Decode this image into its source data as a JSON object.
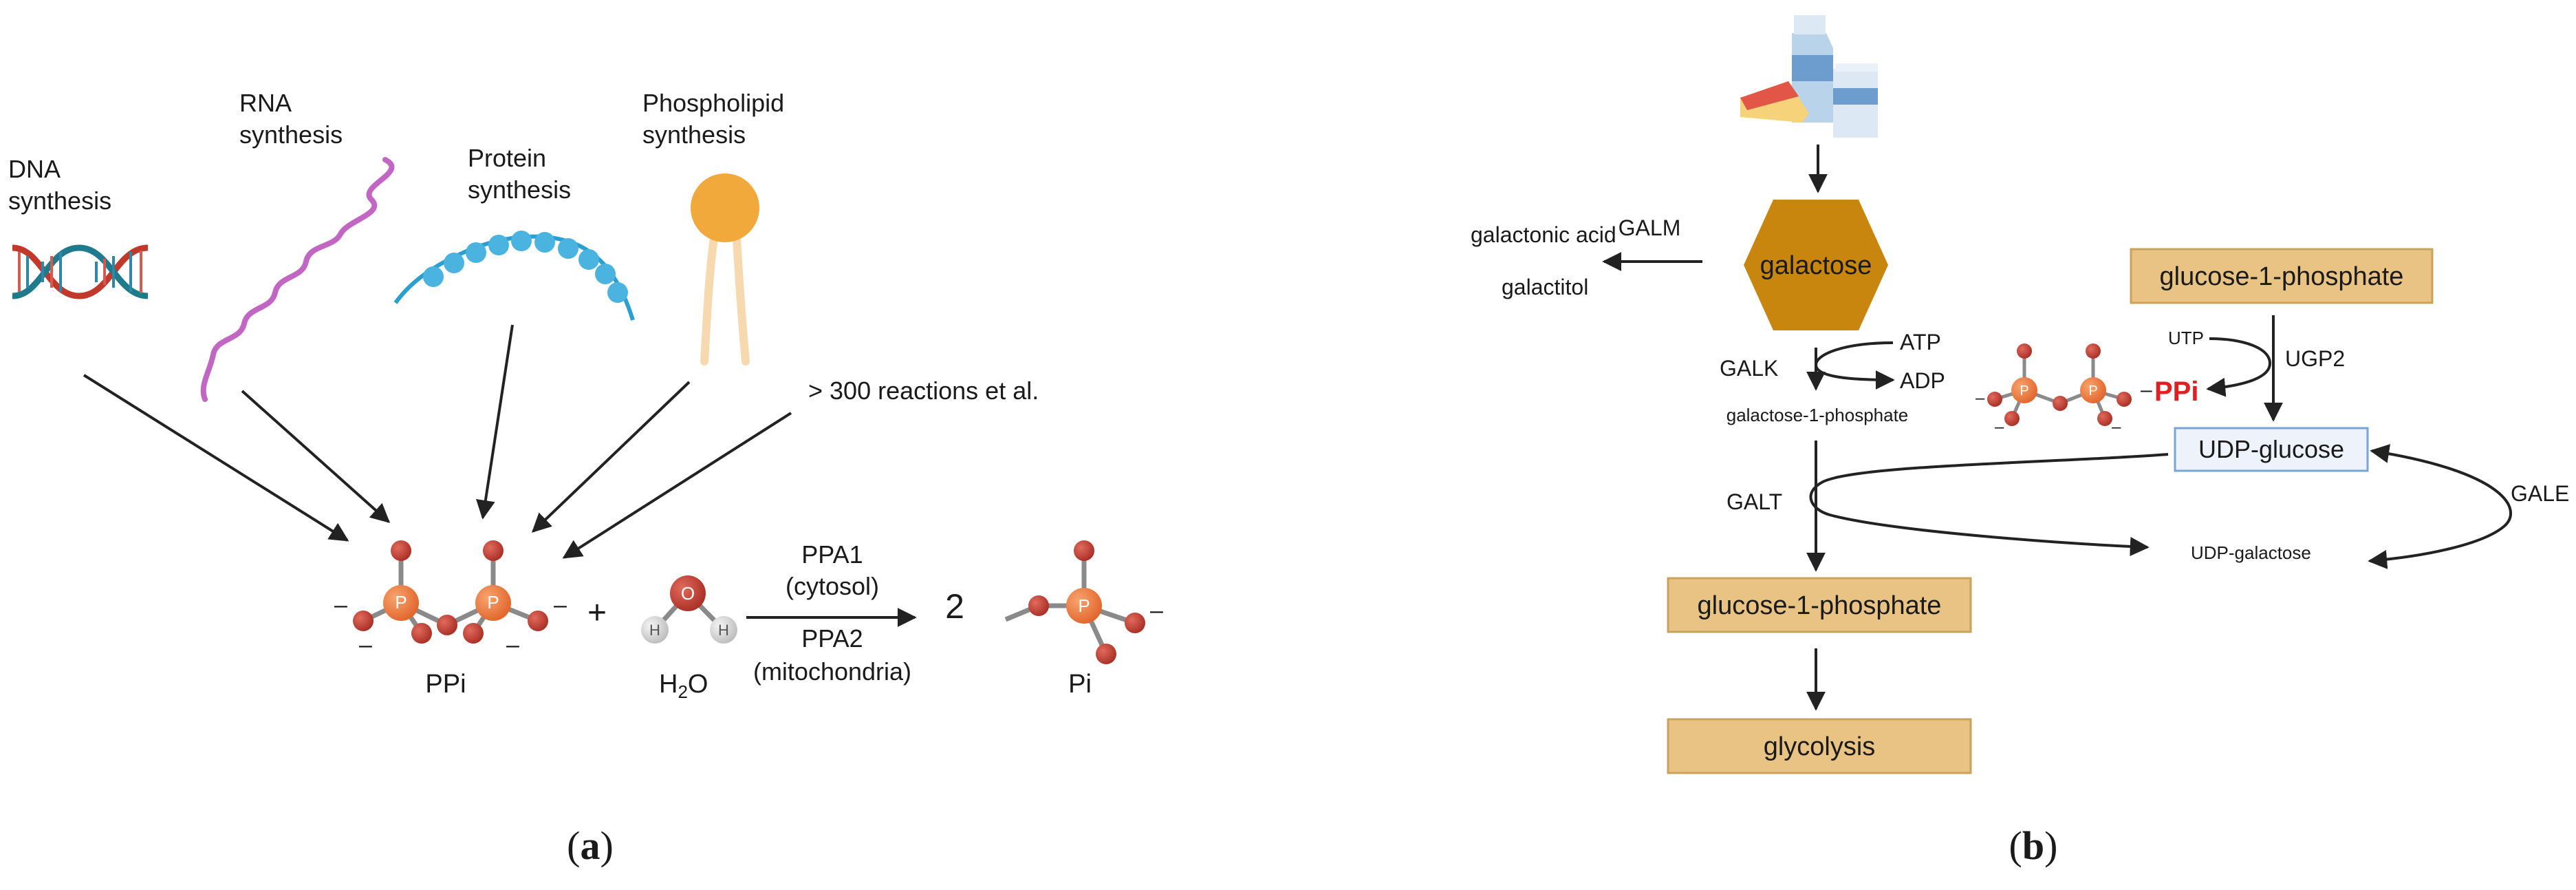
{
  "panel_a": {
    "caption": "a",
    "sources": {
      "dna": "DNA\nsynthesis",
      "rna": "RNA\nsynthesis",
      "protein": "Protein\nsynthesis",
      "phospholipid": "Phospholipid\nsynthesis",
      "other": "> 300 reactions et al."
    },
    "reaction": {
      "ppi_label": "PPi",
      "plus": "+",
      "water_label": "H",
      "water_sub": "2",
      "water_o": "O",
      "enzyme1": "PPA1",
      "enzyme1_loc": "(cytosol)",
      "enzyme2": "PPA2",
      "enzyme2_loc": "(mitochondria)",
      "coefficient": "2",
      "product_label": "Pi",
      "atom_p": "P",
      "atom_o": "O",
      "atom_h": "H",
      "charge": "–"
    }
  },
  "panel_b": {
    "caption": "b",
    "galactose": "galactose",
    "galm": "GALM",
    "galactonic_acid": "galactonic acid",
    "galactitol": "galactitol",
    "galk": "GALK",
    "atp": "ATP",
    "adp": "ADP",
    "gal1p": "galactose-1-phosphate",
    "galt": "GALT",
    "g1p_bottom": "glucose-1-phosphate",
    "glycolysis": "glycolysis",
    "g1p_top": "glucose-1-phosphate",
    "utp": "UTP",
    "ugp2": "UGP2",
    "ppi": "PPi",
    "udp_glucose": "UDP-glucose",
    "udp_galactose": "UDP-galactose",
    "gale": "GALE",
    "atom_p": "P",
    "charge": "–"
  },
  "colors": {
    "phosphorus": "#e8703a",
    "oxygen": "#c0392b",
    "hydrogen": "#d9d9d9",
    "rna": "#c266c4",
    "protein": "#4ab3e0",
    "lipid_head": "#f2a93b",
    "lipid_tail": "#f7d9b0",
    "dna_red": "#c0392b",
    "dna_teal": "#1f7a8c",
    "galactose_hex": "#c9860f",
    "metabolite_box": "#e8c383",
    "udp_box_fill": "#eef3fb",
    "udp_box_border": "#7aa3d6",
    "ppi_red": "#e02020"
  }
}
